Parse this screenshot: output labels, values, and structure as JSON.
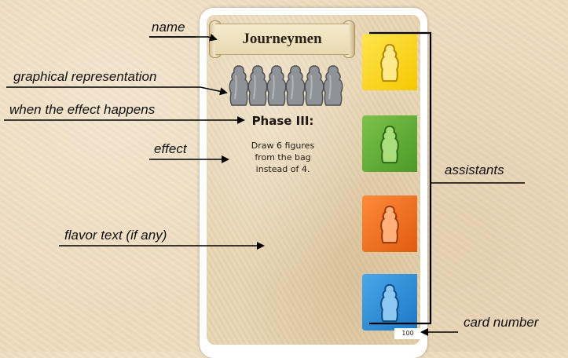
{
  "card": {
    "name": "Journeymen",
    "phase": "Phase III:",
    "effect_lines": [
      "Draw 6 figures",
      "from the bag",
      "instead of 4."
    ],
    "card_number": "100",
    "figure_count": 6,
    "assistant_colors": [
      "#f5c800",
      "#4b9a28",
      "#e05c10",
      "#1c78c4"
    ]
  },
  "labels": {
    "name": "name",
    "graphical_representation": "graphical representation",
    "when_effect_happens": "when the effect happens",
    "effect": "effect",
    "flavor_text": "flavor text (if any)",
    "assistants": "assistants",
    "card_number": "card number"
  },
  "icons": [
    "meeple-figure-icon",
    "arrow-right-icon",
    "bracket-line"
  ]
}
